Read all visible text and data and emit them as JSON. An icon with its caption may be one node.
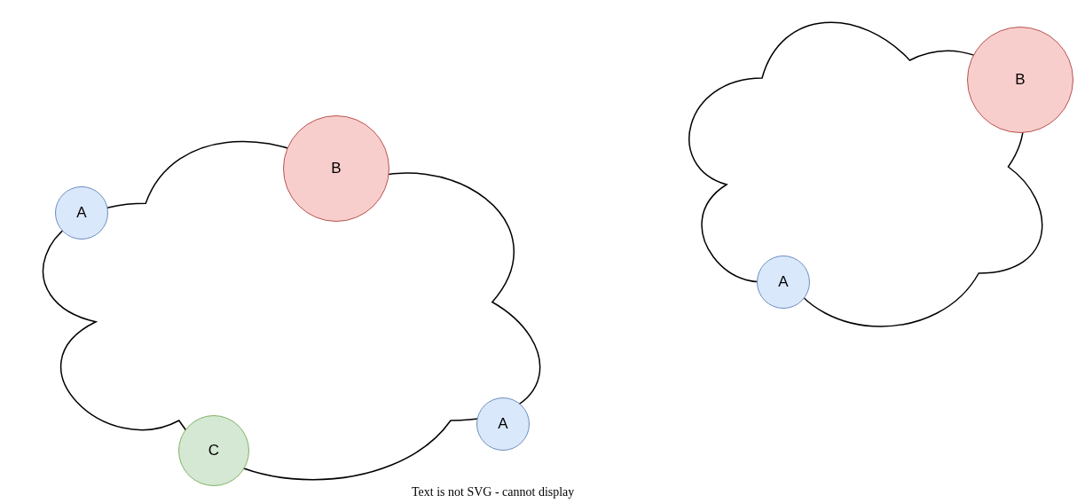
{
  "diagram": {
    "nodes": [
      {
        "text": [],
        "shape": "cloud"
      },
      {
        "text": [
          "A"
        ]
      },
      {
        "text": [
          "B"
        ]
      },
      {
        "text": [
          "A"
        ]
      },
      {
        "text": [
          "C"
        ]
      },
      {
        "text": [],
        "shape": "cloud"
      },
      {
        "text": [
          "B"
        ]
      },
      {
        "text": [
          "A"
        ]
      }
    ],
    "labels": [
      "Text is not SVG - cannot display"
    ]
  }
}
